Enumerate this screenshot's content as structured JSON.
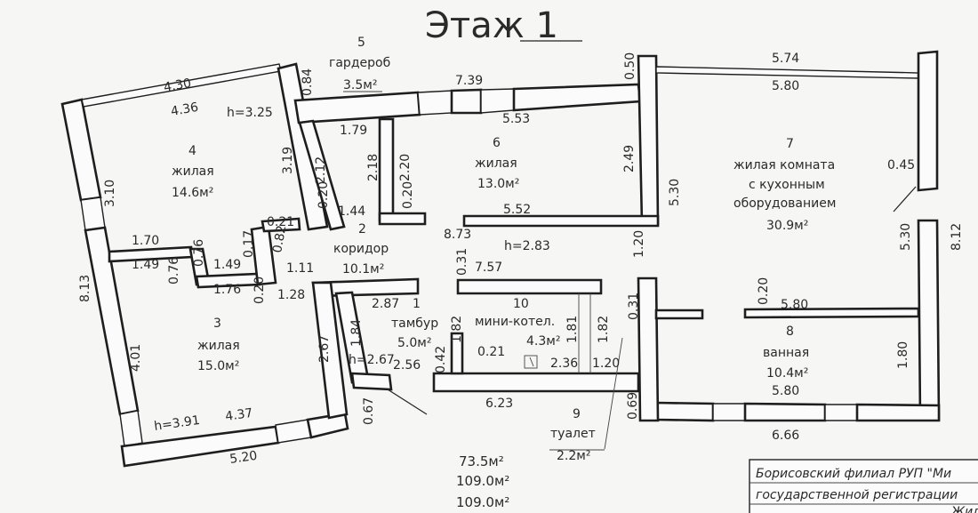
{
  "title": "Этаж 1",
  "rooms": [
    {
      "num": "5",
      "name": "гардероб",
      "area": "3.5м²"
    },
    {
      "num": "4",
      "name": "жилая",
      "area": "14.6м²"
    },
    {
      "num": "6",
      "name": "жилая",
      "area": "13.0м²"
    },
    {
      "num": "7",
      "name1": "жилая комната",
      "name2": "с кухонным",
      "name3": "оборудованием",
      "area": "30.9м²"
    },
    {
      "num": "2",
      "name": "коридор",
      "area": "10.1м²"
    },
    {
      "num": "3",
      "name": "жилая",
      "area": "15.0м²"
    },
    {
      "num": "1",
      "name": "тамбур",
      "area": "5.0м²"
    },
    {
      "num": "10",
      "name": "мини-котел.",
      "area": "4.3м²"
    },
    {
      "num": "8",
      "name": "ванная",
      "area": "10.4м²"
    },
    {
      "num": "9",
      "name": "туалет",
      "area": "2.2м²"
    }
  ],
  "totals": [
    "73.5м²",
    "109.0м²",
    "109.0м²"
  ],
  "dims": {
    "d430": "4.30",
    "d436": "4.36",
    "h325": "h=3.25",
    "d084": "0.84",
    "d739": "7.39",
    "d050": "0.50",
    "d574": "5.74",
    "d580a": "5.80",
    "d179": "1.79",
    "d553": "5.53",
    "d249": "2.49",
    "d319": "3.19",
    "d212": "2.12",
    "d218": "2.18",
    "d220": "2.20",
    "d020a": "0.20",
    "d020b": "0.20",
    "d144": "1.44",
    "d045": "0.45",
    "d310": "3.10",
    "d530a": "5.30",
    "d552": "5.52",
    "d873": "8.73",
    "h283": "h=2.83",
    "d021": "0.21",
    "d170": "1.70",
    "d076a": "0.76",
    "d017": "0.17",
    "d082": "0.82",
    "d149a": "1.49",
    "d076b": "0.76",
    "d149b": "1.49",
    "d111": "1.11",
    "d176": "1.76",
    "d020c": "0.20",
    "d128": "1.28",
    "d031a": "0.31",
    "d757": "7.57",
    "d120a": "1.20",
    "d530b": "5.30",
    "d812": "8.12",
    "d813": "8.13",
    "d287": "2.87",
    "d020d": "0.20",
    "d580b": "5.80",
    "d031b": "0.31",
    "d401": "4.01",
    "d267a": "2.67",
    "d184": "1.84",
    "d182a": "1.82",
    "d181": "1.81",
    "d182b": "1.82",
    "h267": "h=2.67",
    "d042": "0.42",
    "d256": "2.56",
    "d021b": "0.21",
    "d236": "2.36",
    "d120b": "1.20",
    "d180": "1.80",
    "d580c": "5.80",
    "h391": "h=3.91",
    "d437": "4.37",
    "d067": "0.67",
    "d623": "6.23",
    "d069": "0.69",
    "d666": "6.66",
    "d520": "5.20"
  },
  "stamp": {
    "line1": "Борисовский филиал РУП \"Ми",
    "line2": "государственной регистрации",
    "line3": "Жил"
  }
}
